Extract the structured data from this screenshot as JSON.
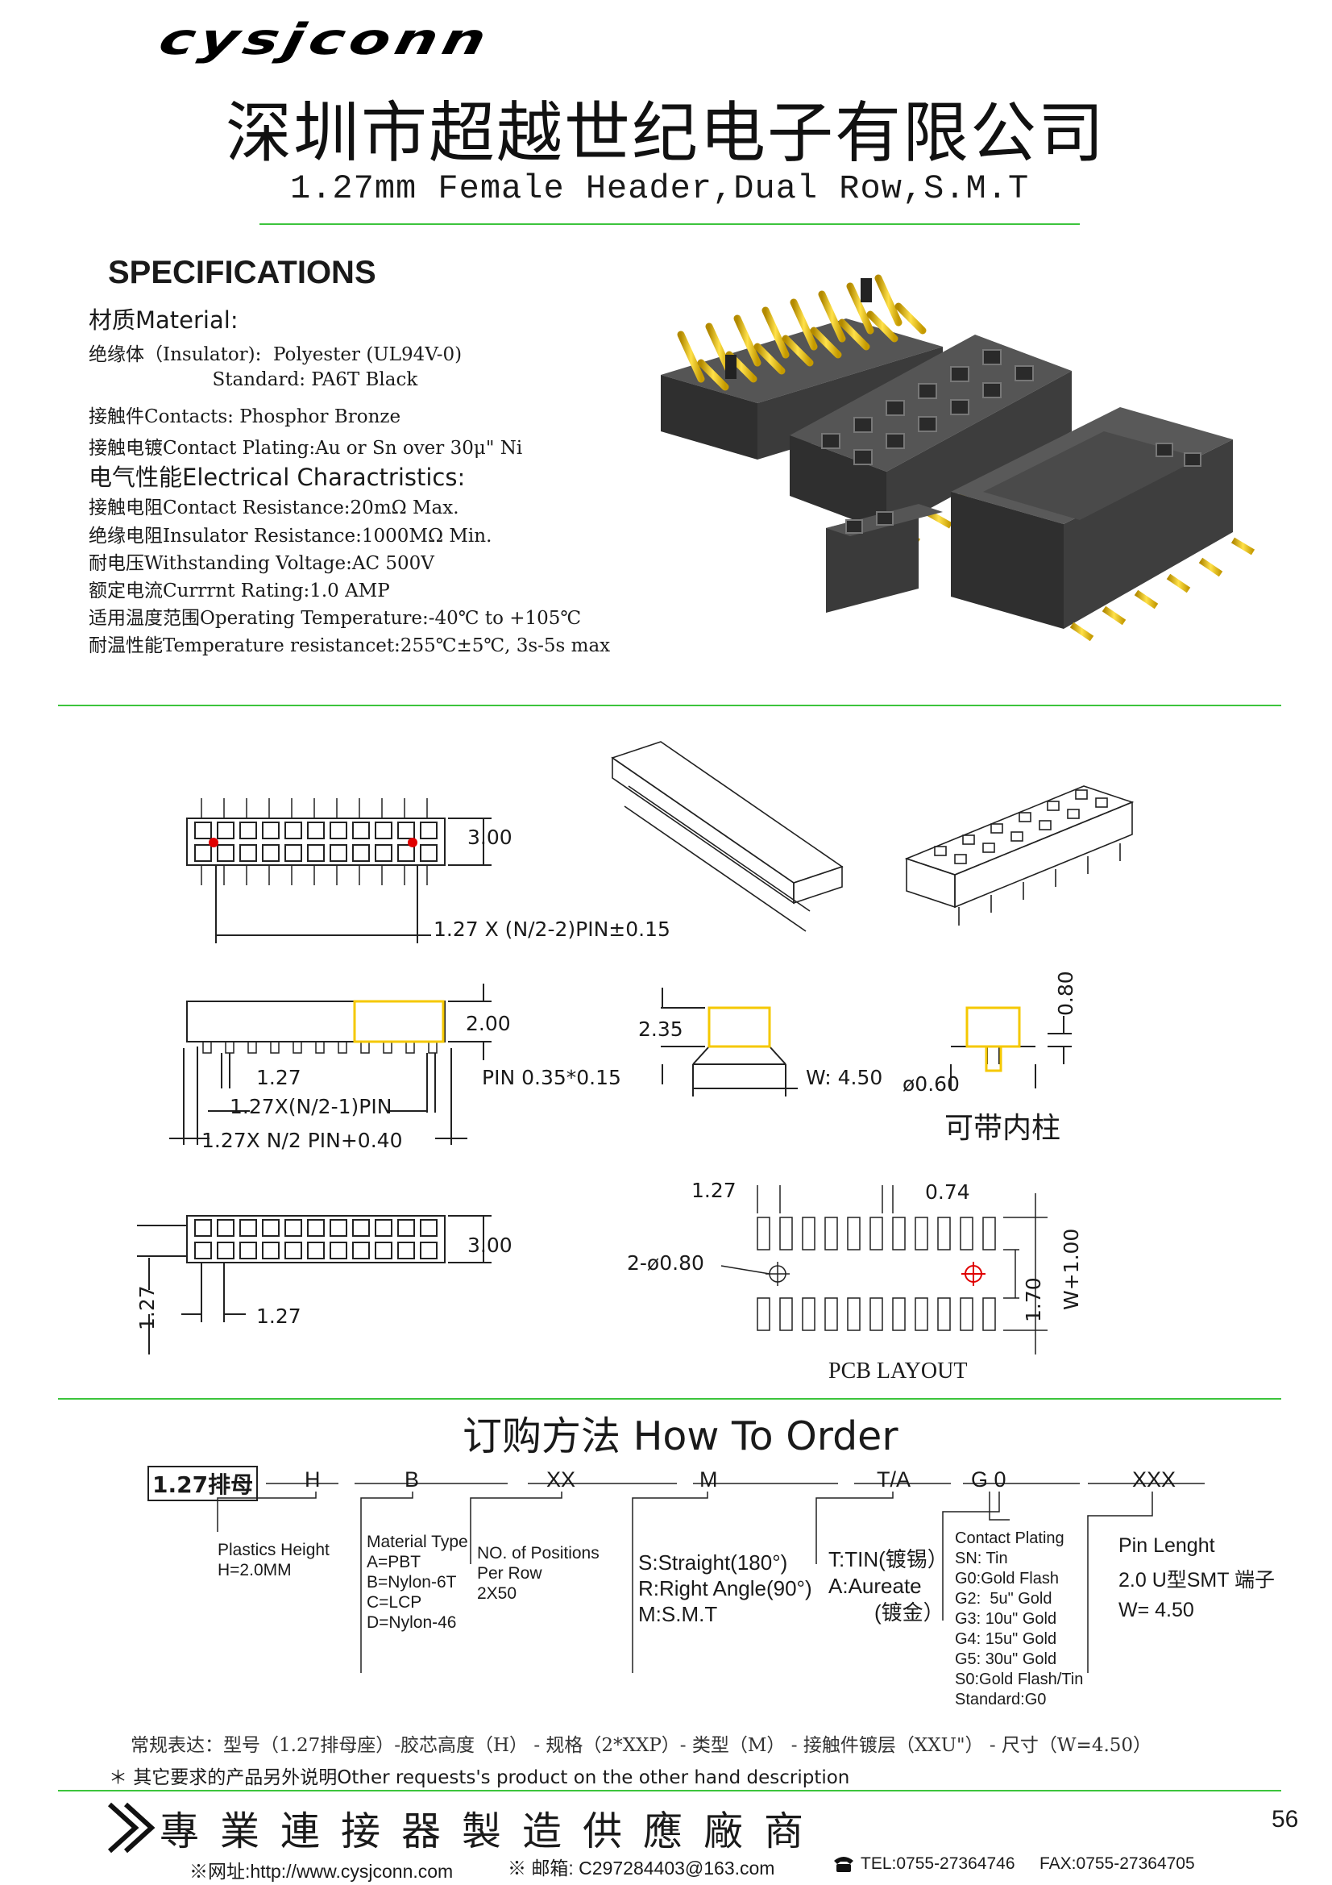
{
  "header": {
    "logo": "cysjconn",
    "company": "深圳市超越世纪电子有限公司",
    "subtitle": "1.27mm Female Header,Dual Row,S.M.T"
  },
  "specs": {
    "title": "SPECIFICATIONS",
    "material_heading": "材质Material:",
    "material_lines": [
      "绝缘体（Insulator):  Polyester (UL94V-0)",
      "                     Standard: PA6T Black",
      "接触件Contacts: Phosphor Bronze",
      "接触电镀Contact Plating:Au or Sn over 30μ\" Ni"
    ],
    "electrical_heading": "电气性能Electrical Charactristics:",
    "electrical_lines": [
      "接触电阻Contact Resistance:20mΩ Max.",
      "绝缘电阻Insulator Resistance:1000MΩ Min.",
      "耐电压Withstanding Voltage:AC 500V",
      "额定电流Currrnt Rating:1.0 AMP",
      "适用温度范围Operating Temperature:-40℃ to +105℃",
      "耐温性能Temperature resistancet:255℃±5℃, 3s-5s max"
    ]
  },
  "drawing": {
    "top_h": "3.00",
    "top_pitch": "1.27 X (N/2-2)PIN±0.15",
    "side_h": "2.00",
    "side_pitch": "1.27",
    "side_pin": "PIN 0.35*0.15",
    "side_l1": "1.27X(N/2-1)PIN",
    "side_l2": "1.27X N/2 PIN+0.40",
    "end_h": "2.35",
    "end_w": "W: 4.50",
    "post_h": "0.80",
    "post_d": "ø0.60",
    "post_note": "可带内柱",
    "bottom_h": "3.00",
    "bottom_pitch_v": "1.27",
    "bottom_pitch_h": "1.27",
    "pcb_pitch": "1.27",
    "pcb_pad": "0.74",
    "pcb_hole": "2-ø0.80",
    "pcb_w": "W+1.00",
    "pcb_gap": "1.70",
    "pcb_title": "PCB LAYOUT"
  },
  "order": {
    "title": "订购方法  How To Order",
    "part": "1.27排母",
    "codes": [
      "H",
      "B",
      "XX",
      "M",
      "T/A",
      "G 0",
      "XXX"
    ],
    "h_label": "Plastics Height\nH=2.0MM",
    "b_label": "Material Type\nA=PBT\nB=Nylon-6T\nC=LCP\nD=Nylon-46",
    "xx_label": "NO. of Positions\nPer Row\n2X50",
    "m_label": "S:Straight(180°)\nR:Right Angle(90°)\nM:S.M.T",
    "ta_label_1": "T:TIN(镀锡）",
    "ta_label_2": "A:Aureate",
    "ta_label_3": "(镀金）",
    "g_label": "Contact Plating\nSN: Tin\nG0:Gold Flash\nG2:  5u\" Gold\nG3: 10u\" Gold\nG4: 15u\" Gold\nG5: 30u\" Gold\nS0:Gold Flash/Tin\nStandard:G0",
    "pin_label_1": "Pin Lenght",
    "pin_label_2": "2.0 U型SMT 端子",
    "pin_label_3": "W= 4.50",
    "note1": "常规表达：型号（1.27排母座）-胶芯高度（H） - 规格（2*XXP）- 类型（M） - 接触件镀层（XXU\"） - 尺寸（W=4.50）",
    "note2": "＊ 其它要求的产品另外说明Other requests's product on the other hand description"
  },
  "footer": {
    "slogan": "專業連接器製造供應廠商",
    "page": "56",
    "web": "※网址:http://www.cysjconn.com",
    "mail": "※ 邮箱: C297284403@163.com",
    "tel": "TEL:0755-27364746",
    "fax": "FAX:0755-27364705"
  },
  "colors": {
    "rule": "#3cc43c",
    "gold": "#f5c800",
    "body": "#3a3a3a",
    "red": "#e00000"
  }
}
